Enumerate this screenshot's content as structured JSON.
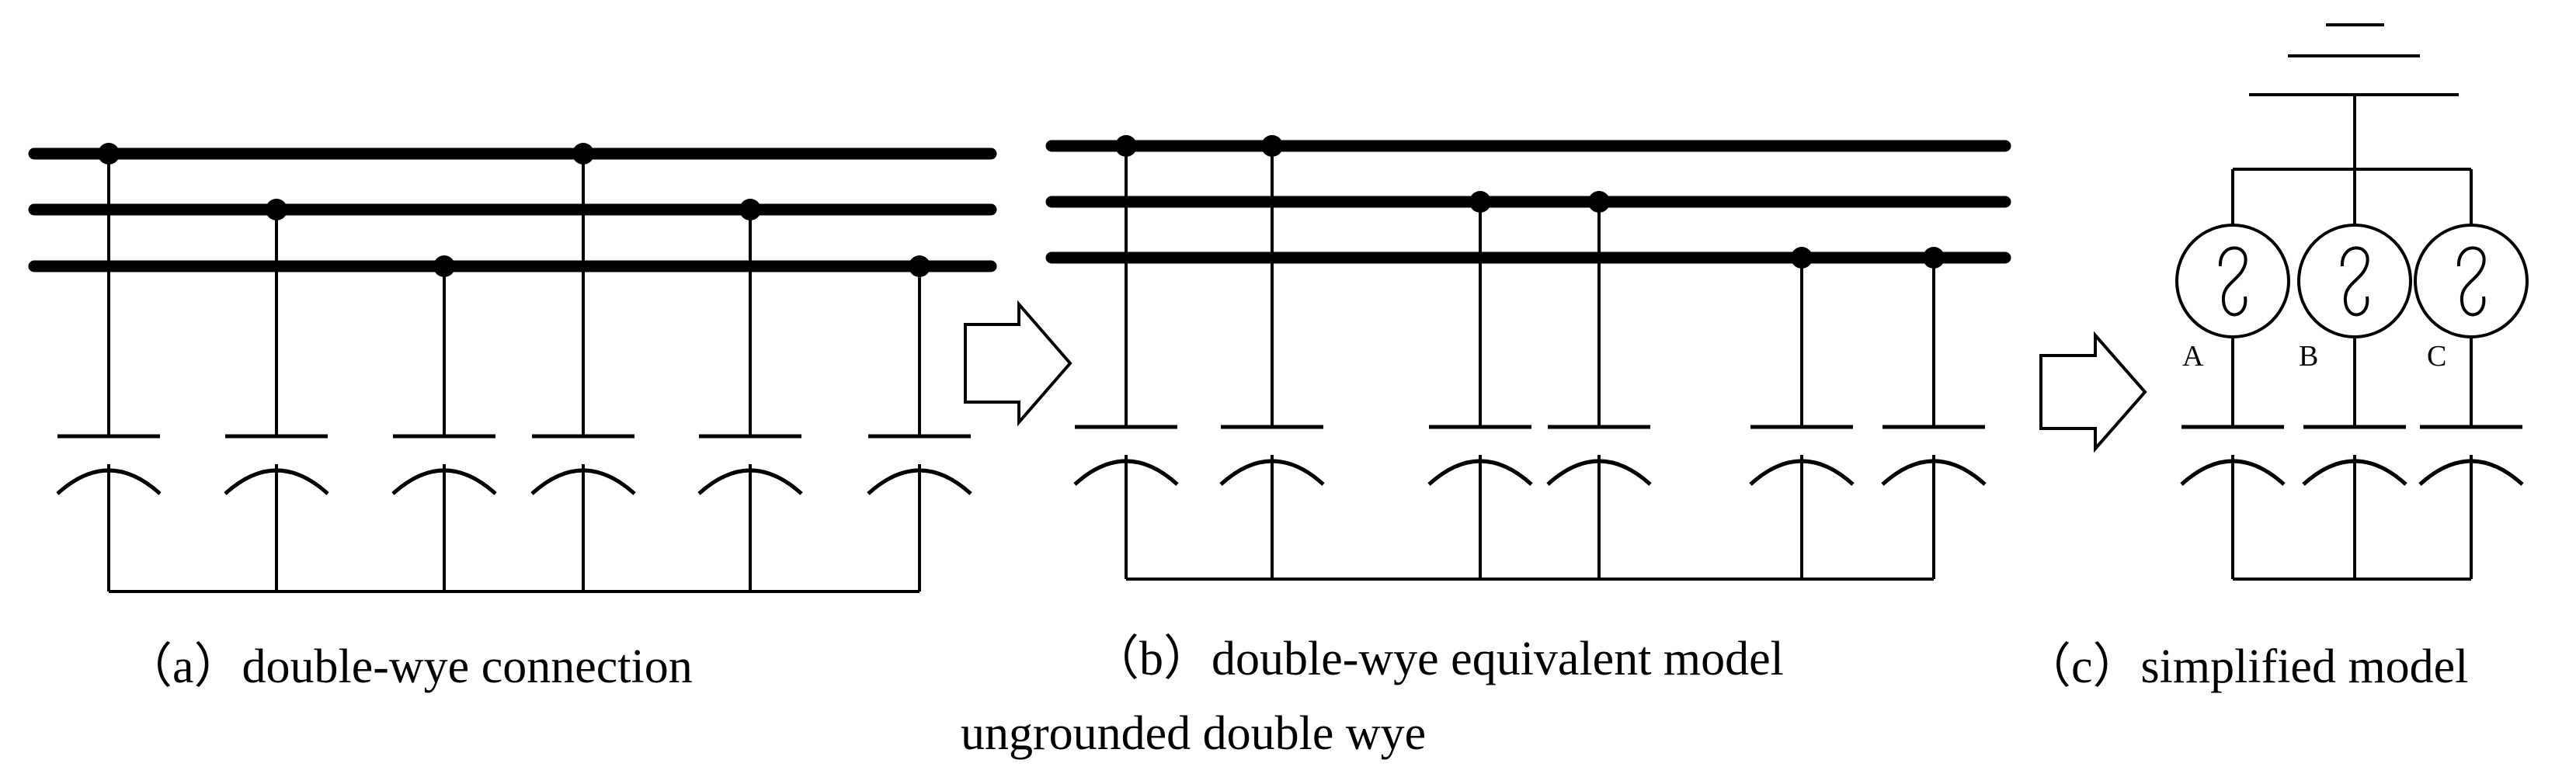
{
  "captions": {
    "a": "（a）double-wye connection",
    "b": "（b）double-wye equivalent model",
    "c": "（c）simplified model",
    "note": "ungrounded double wye"
  },
  "phase_labels": [
    "A",
    "B",
    "C"
  ],
  "panels": {
    "a": {
      "name": "double-wye connection",
      "bus_connections": [
        3,
        2,
        1,
        3,
        2,
        1
      ]
    },
    "b": {
      "name": "double-wye equivalent model",
      "bus_connections": [
        3,
        3,
        2,
        2,
        1,
        1
      ]
    },
    "c": {
      "name": "simplified model",
      "sources": 3,
      "source_symbol": "ac-source-icon",
      "ground_symbol": "ground-icon"
    }
  },
  "colors": {
    "line": "#000000",
    "background": "#ffffff"
  }
}
